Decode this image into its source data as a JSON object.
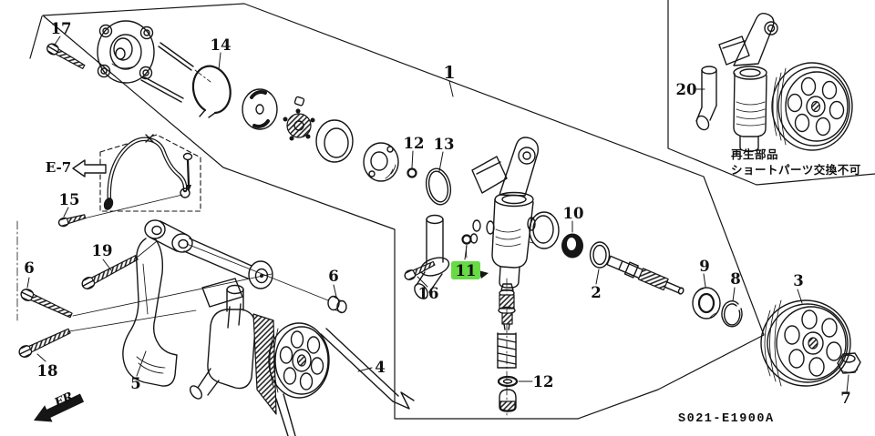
{
  "figure": {
    "type": "parts-exploded-diagram",
    "diagram_code": "S021-E1900A",
    "ref_box_label": "E-7",
    "direction_label": "FR.",
    "inset_note_line1": "再生部品",
    "inset_note_line2": "ショートパーツ交換不可",
    "highlight": {
      "color": "#67da45",
      "text_color": "#0b6e0b"
    },
    "callouts": {
      "c1": "1",
      "c2": "2",
      "c3": "3",
      "c4": "4",
      "c5": "5",
      "c6a": "6",
      "c6b": "6",
      "c7": "7",
      "c8": "8",
      "c9": "9",
      "c10": "10",
      "c11": "11",
      "c12a": "12",
      "c12b": "12",
      "c13": "13",
      "c14": "14",
      "c15": "15",
      "c16": "16",
      "c17": "17",
      "c18": "18",
      "c19": "19",
      "c20": "20"
    }
  }
}
